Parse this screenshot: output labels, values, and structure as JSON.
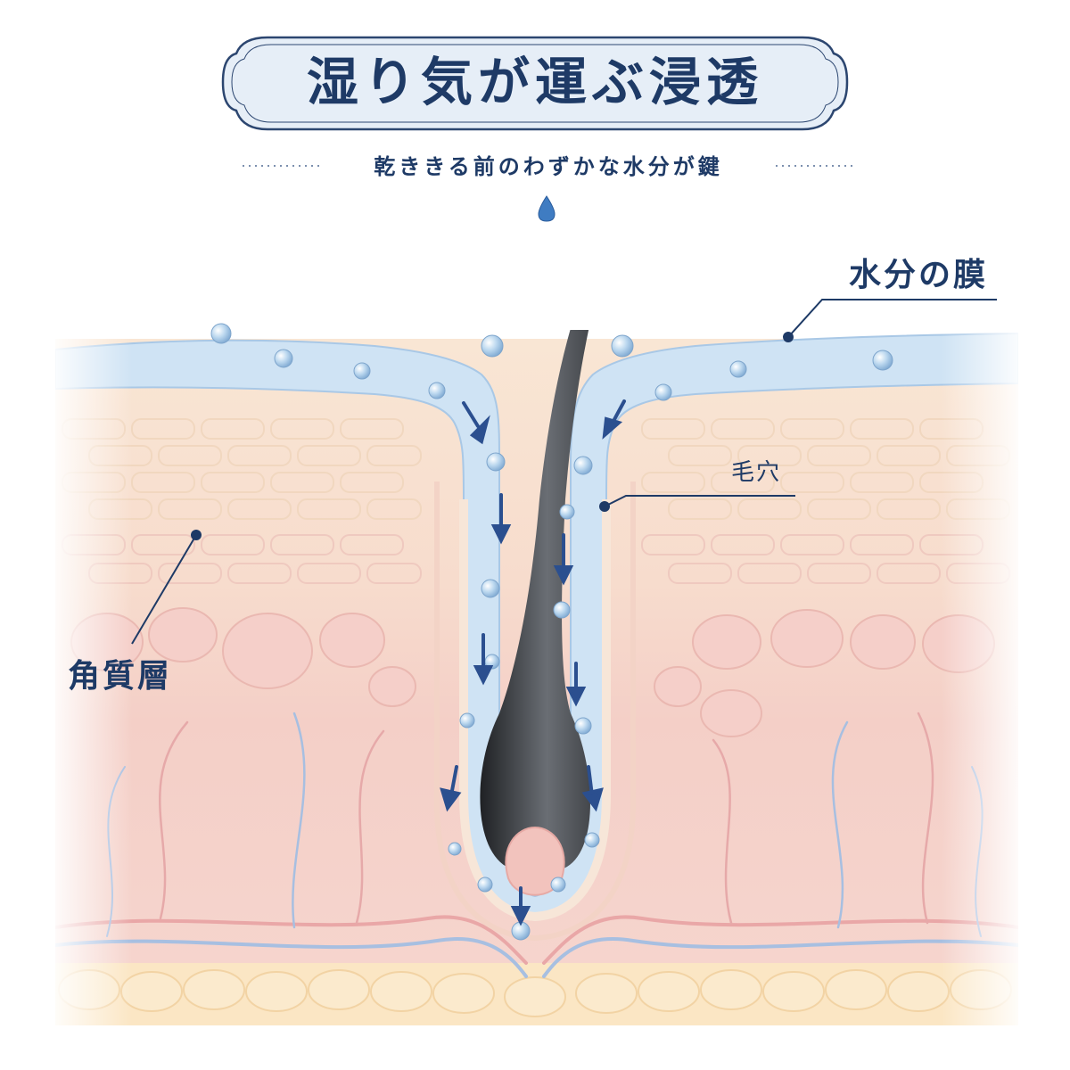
{
  "title": "湿り気が運ぶ浸透",
  "subtitle": "乾ききる前のわずかな水分が鍵",
  "labels": {
    "moisture_film": "水分の膜",
    "pore": "毛穴",
    "stratum_corneum": "角質層"
  },
  "colors": {
    "navy": "#1e3a66",
    "film_blue": "#cfe3f4",
    "skin_pink": "#f6d3cc",
    "skin_peach": "#f8e3d1",
    "fat_yellow": "#fbe8c6",
    "hair": "#2f3134",
    "arrow": "#2b4f8f"
  },
  "icons": [
    "water-drop-icon",
    "down-arrow-icon",
    "water-bubble-icon"
  ]
}
